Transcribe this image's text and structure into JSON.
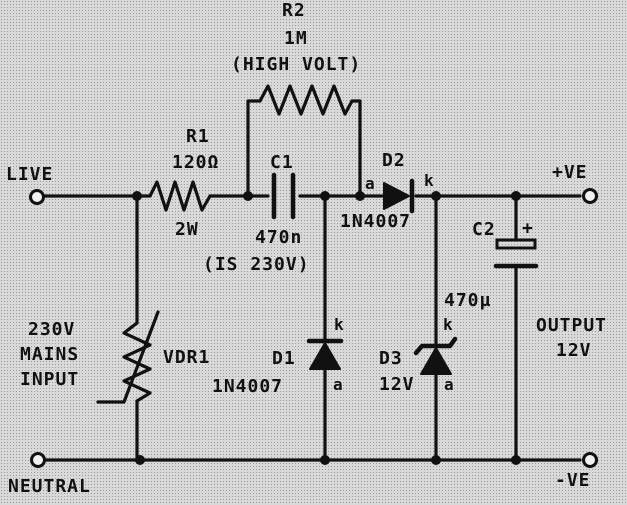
{
  "labels": {
    "live": "LIVE",
    "neutral": "NEUTRAL",
    "pos": "+VE",
    "neg": "-VE",
    "r2_name": "R2",
    "r2_value": "1M",
    "r2_note": "(HIGH VOLT)",
    "r1_name": "R1",
    "r1_value": "120Ω",
    "r1_power": "2W",
    "c1_name": "C1",
    "c1_value": "470n",
    "c1_note": "(IS 230V)",
    "d2_name": "D2",
    "d2_type": "1N4007",
    "d2_anode": "a",
    "d2_cathode": "k",
    "c2_name": "C2",
    "c2_plus": "+",
    "c2_value": "470µ",
    "mains_line1": "230V",
    "mains_line2": "MAINS",
    "mains_line3": "INPUT",
    "vdr_name": "VDR1",
    "d1_cathode": "k",
    "d1_name": "D1",
    "d1_type": "1N4007",
    "d1_anode": "a",
    "d3_cathode": "k",
    "d3_name": "D3",
    "d3_type": "12V",
    "d3_anode": "a",
    "output_line1": "OUTPUT",
    "output_line2": "12V"
  }
}
